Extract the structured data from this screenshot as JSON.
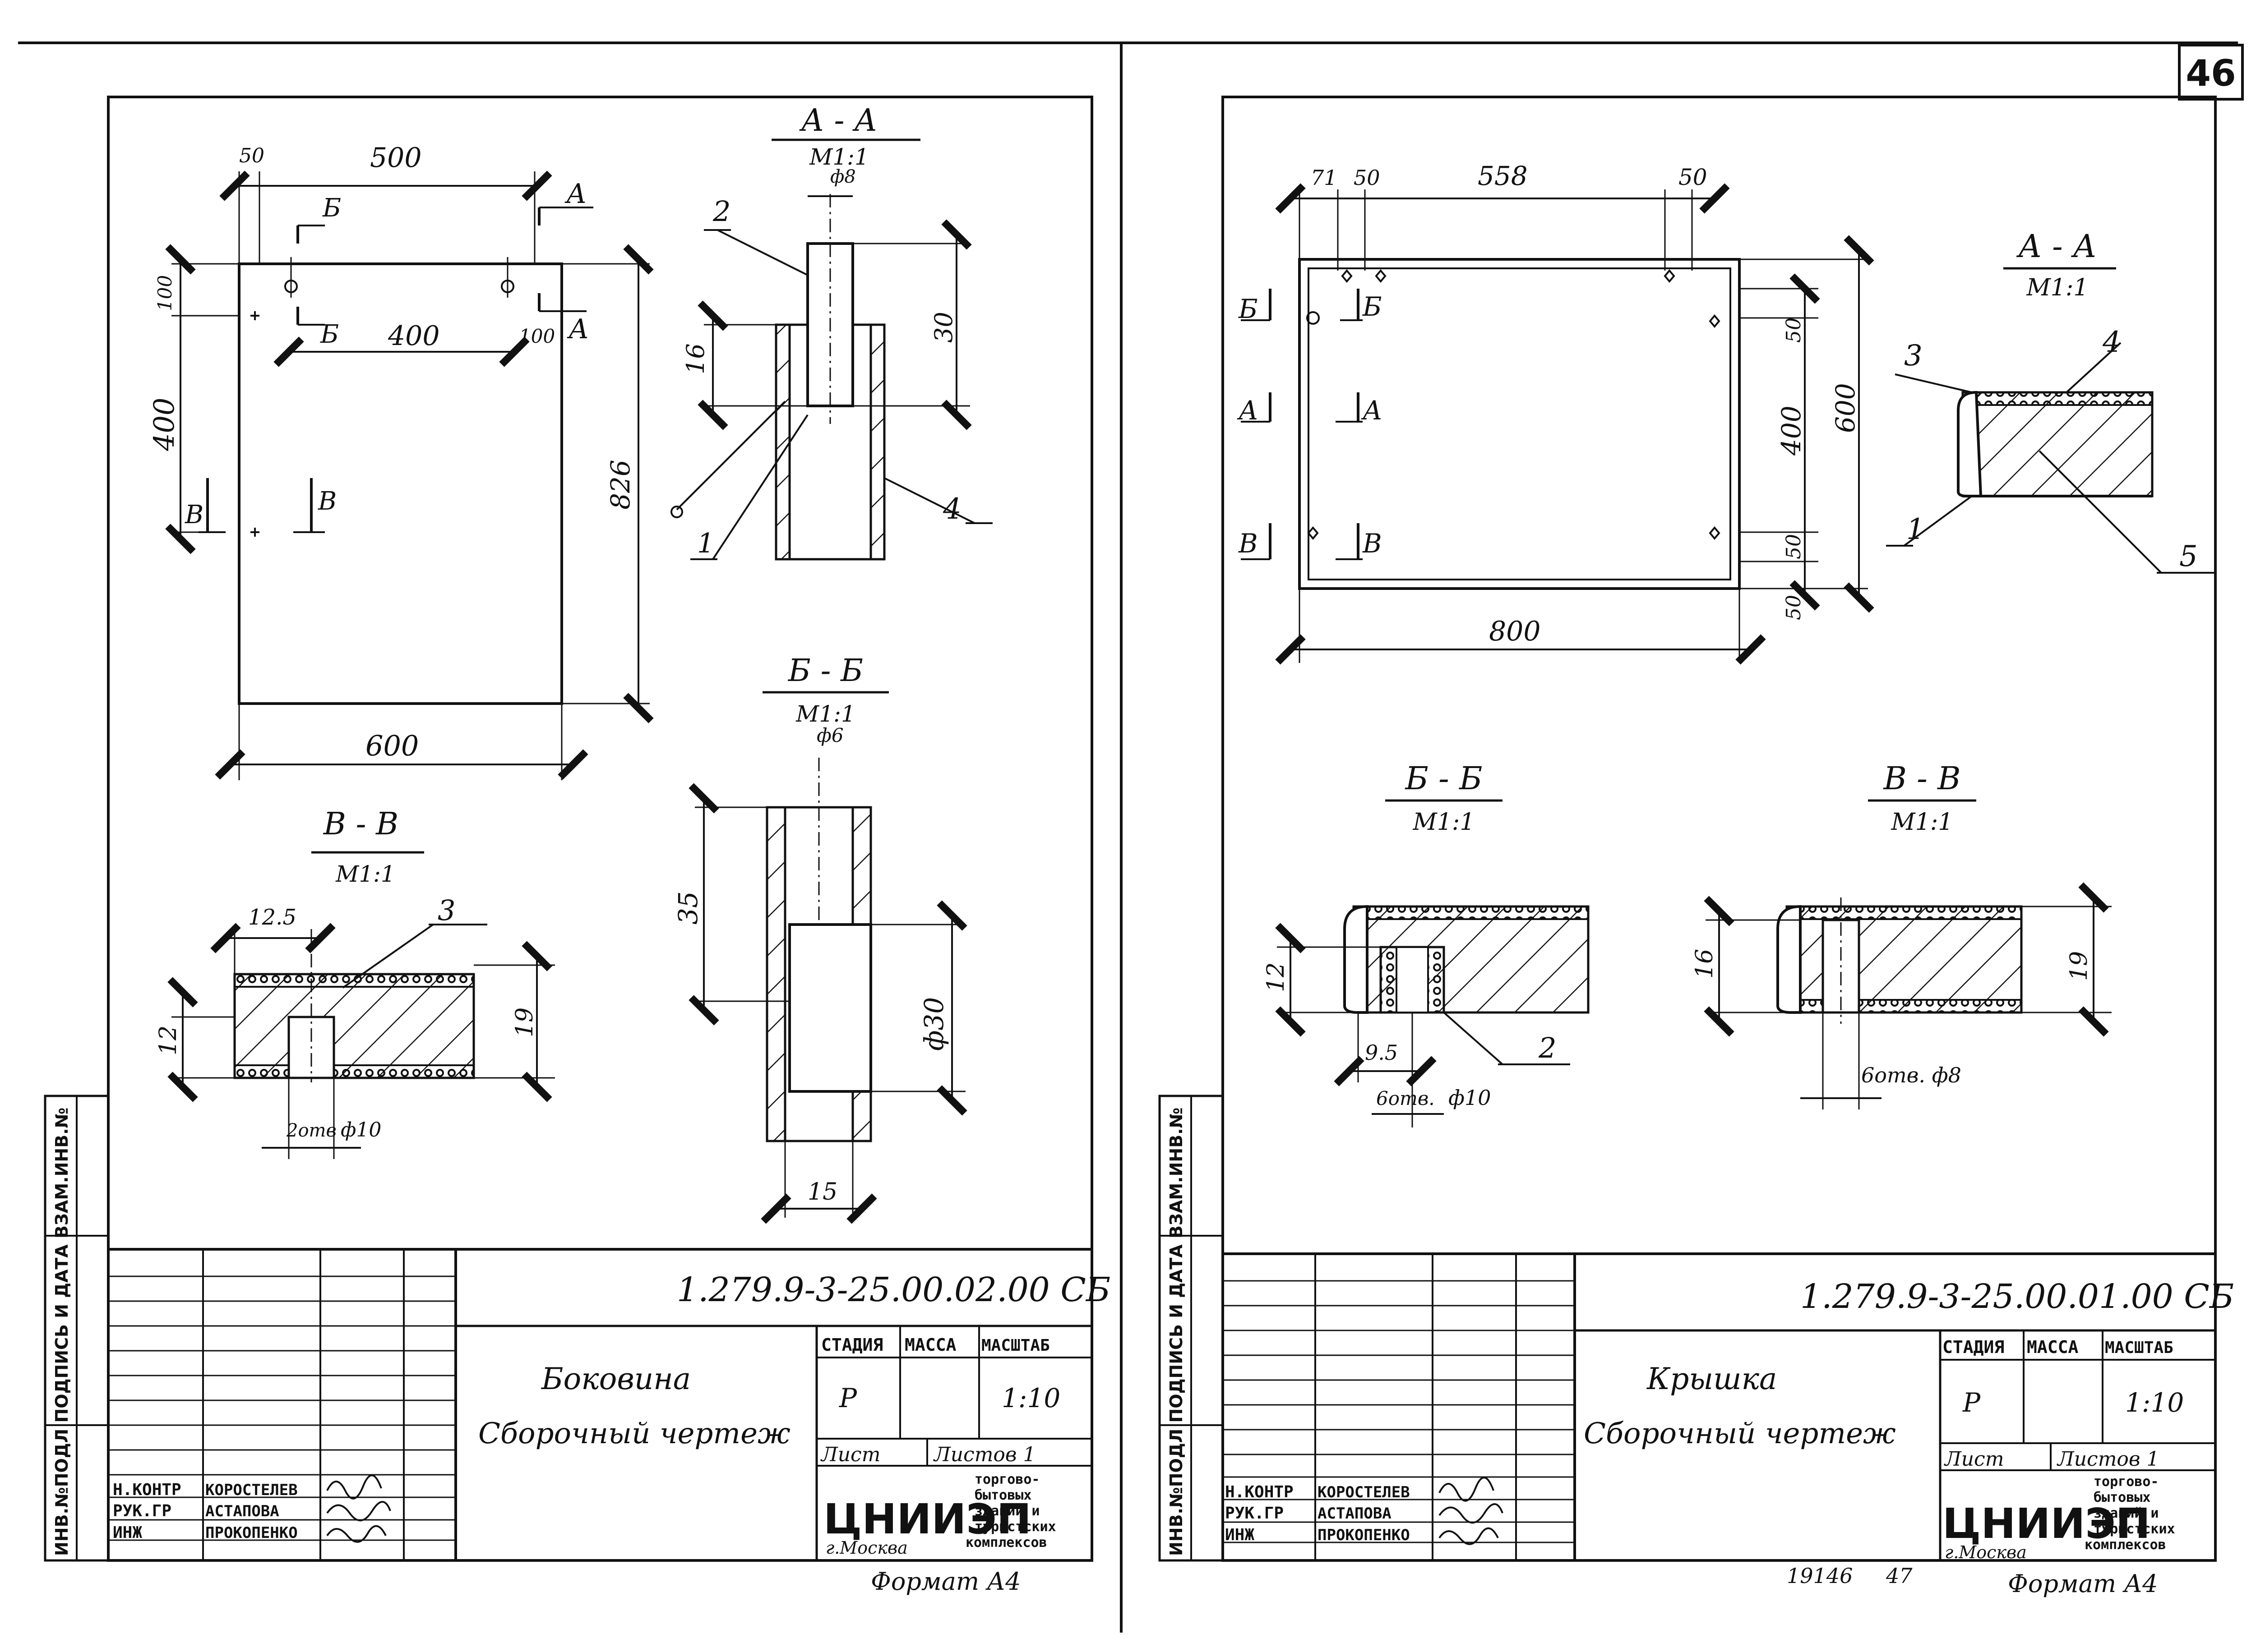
{
  "page_number": "46",
  "left": {
    "designation": "1.279.9-3-25.00.02.00 СБ",
    "title_1": "Боковина",
    "title_2": "Сборочный чертеж",
    "stage_label": "СТАДИЯ",
    "mass_label": "МАССА",
    "scale_label": "МАСШТАБ",
    "stage_value": "Р",
    "scale_value": "1:10",
    "sheet_label": "Лист",
    "sheets_label": "Листов 1",
    "org": "ЦНИИЭП",
    "org_city": "г.Москва",
    "org_desc_1": "торгово-",
    "org_desc_2": "бытовых",
    "org_desc_3": "зданий и",
    "org_desc_4": "туристских",
    "org_desc_5": "комплексов",
    "format": "Формат А4",
    "roles": [
      "Н.КОНТР",
      "РУК.ГР",
      "ИНЖ"
    ],
    "names": [
      "КОРОСТЕЛЕВ",
      "АСТАПОВА",
      "ПРОКОПЕНКО"
    ],
    "side_label": "ИНВ.№ПОДЛ ПОДПИСЬ И ДАТА ВЗАМ.ИНВ.№",
    "view": {
      "dim_500": "500",
      "dim_50": "50",
      "dim_400": "400",
      "dim_100_h": "100",
      "dim_100_v": "100",
      "dim_400_v": "400",
      "dim_826": "826",
      "dim_600": "600",
      "mark_A": "А",
      "mark_B": "Б",
      "mark_V": "В"
    },
    "sec_aa": {
      "title": "А - А",
      "scale": "М1:1",
      "phi": "ф8",
      "d16": "16",
      "d30": "30",
      "p1": "1",
      "p2": "2",
      "p4": "4"
    },
    "sec_bb": {
      "title": "Б - Б",
      "scale": "М1:1",
      "phi": "ф6",
      "d35": "35",
      "d30": "ф30",
      "d15": "15"
    },
    "sec_vv": {
      "title": "В - В",
      "scale": "М1:1",
      "d125": "12.5",
      "d12": "12",
      "d19": "19",
      "p3": "3",
      "holes": "2отв",
      "phi": "ф10"
    }
  },
  "right": {
    "designation": "1.279.9-3-25.00.01.00 СБ",
    "title_1": "Крышка",
    "title_2": "Сборочный чертеж",
    "stage_label": "СТАДИЯ",
    "mass_label": "МАССА",
    "scale_label": "МАСШТАБ",
    "stage_value": "Р",
    "scale_value": "1:10",
    "sheet_label": "Лист",
    "sheets_label": "Листов 1",
    "org": "ЦНИИЭП",
    "org_city": "г.Москва",
    "org_desc_1": "торгово-",
    "org_desc_2": "бытовых",
    "org_desc_3": "зданий и",
    "org_desc_4": "туристских",
    "org_desc_5": "комплексов",
    "format": "Формат А4",
    "footer_num": "19146",
    "footer_num2": "47",
    "roles": [
      "Н.КОНТР",
      "РУК.ГР",
      "ИНЖ"
    ],
    "names": [
      "КОРОСТЕЛЕВ",
      "АСТАПОВА",
      "ПРОКОПЕНКО"
    ],
    "side_label": "ИНВ.№ПОДЛ ПОДПИСЬ И ДАТА ВЗАМ.ИНВ.№",
    "view": {
      "dim_71": "71",
      "dim_50a": "50",
      "dim_558": "558",
      "dim_50b": "50",
      "dim_50_r1": "50",
      "dim_400": "400",
      "dim_50_r2": "50",
      "dim_50_r3": "50",
      "dim_600": "600",
      "dim_800": "800",
      "mark_A": "А",
      "mark_B": "Б",
      "mark_V": "В"
    },
    "sec_aa": {
      "title": "А - А",
      "scale": "М1:1",
      "p1": "1",
      "p3": "3",
      "p4": "4",
      "p5": "5"
    },
    "sec_bb": {
      "title": "Б - Б",
      "scale": "М1:1",
      "d12": "12",
      "d95": "9.5",
      "holes": "6отв.",
      "phi": "ф10",
      "p2": "2"
    },
    "sec_vv": {
      "title": "В - В",
      "scale": "М1:1",
      "d16": "16",
      "d19": "19",
      "holes": "6отв. ф8"
    }
  }
}
